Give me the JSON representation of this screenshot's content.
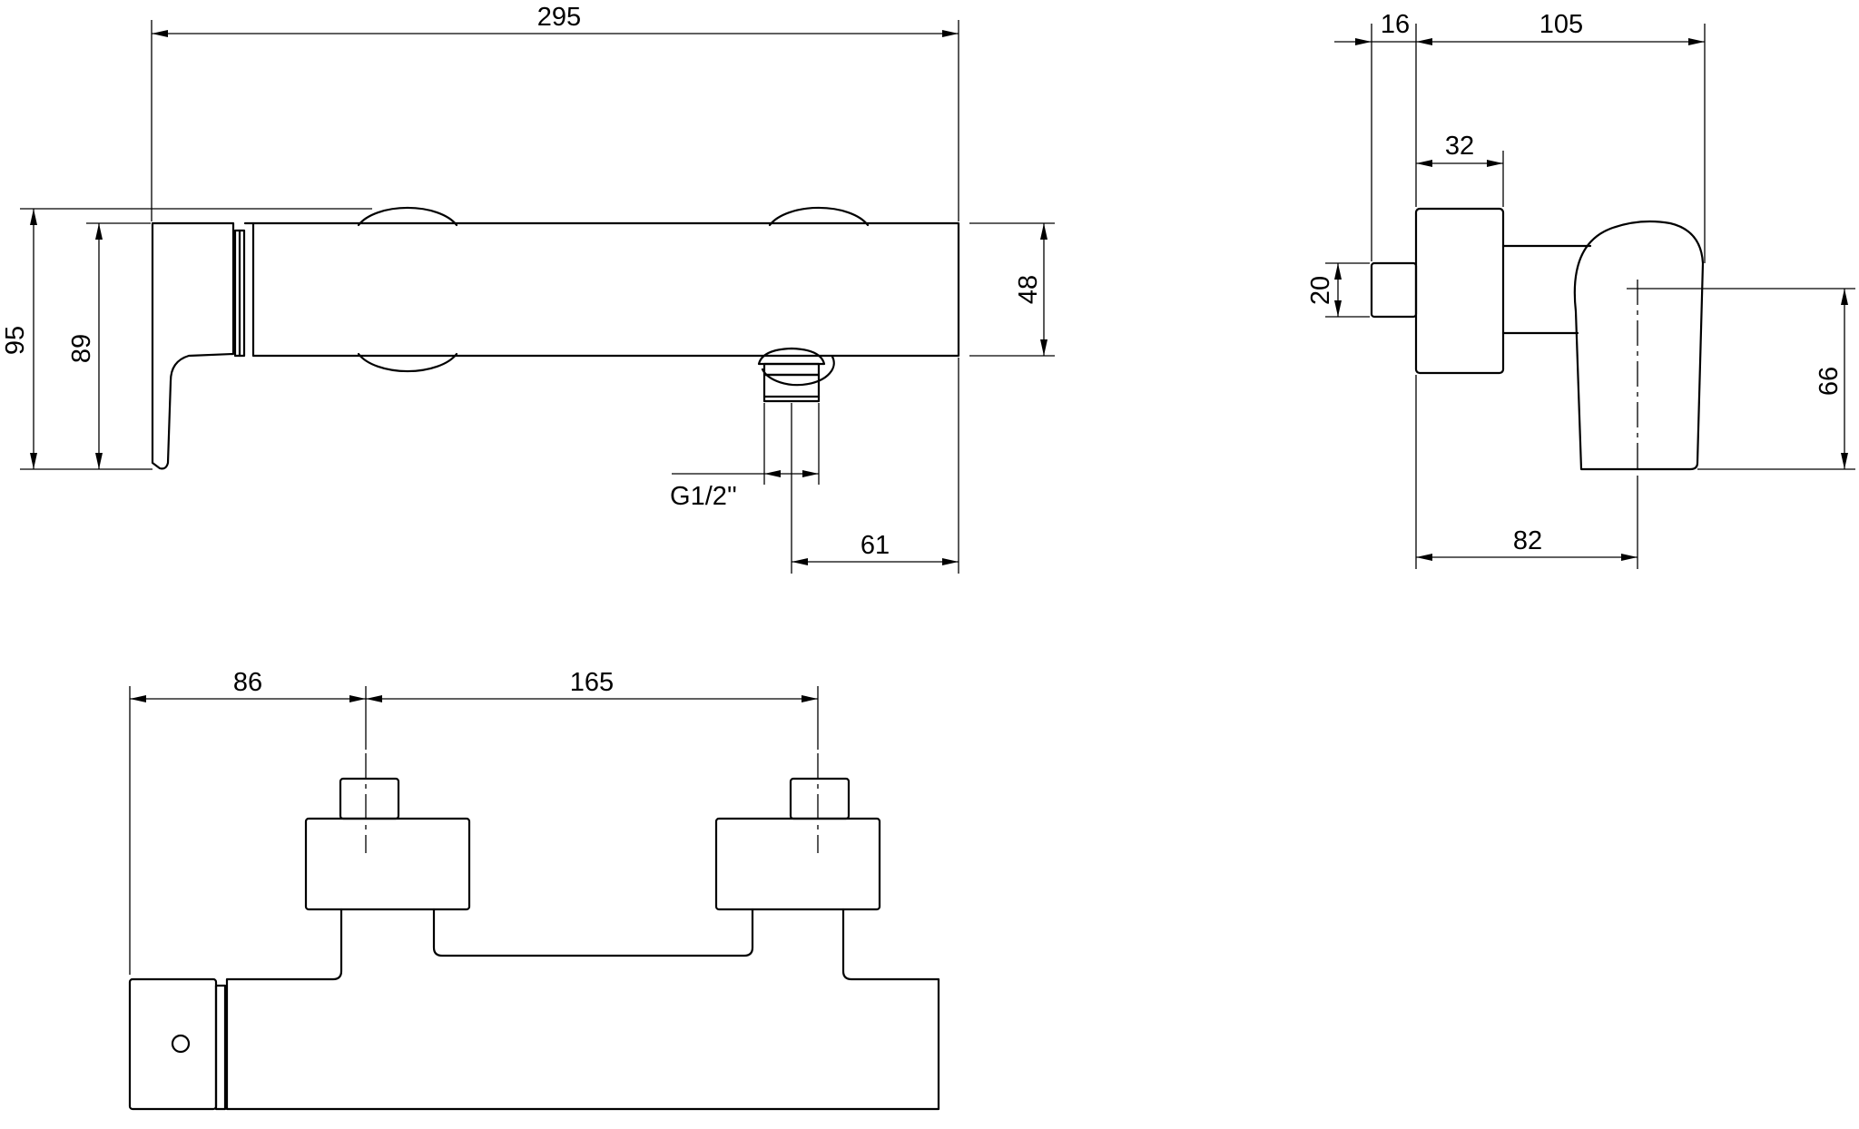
{
  "colors": {
    "line": "#000000",
    "background": "#ffffff"
  },
  "front_view": {
    "overall_length": "295",
    "body_height": "48",
    "overall_height": "95",
    "handle_height": "89",
    "thread_size": "G1/2''",
    "outlet_offset": "61"
  },
  "side_view": {
    "eccentric_length": "16",
    "projection": "105",
    "cap_depth": "32",
    "inlet_diameter": "20",
    "outlet_drop": "66",
    "outlet_axis_distance": "82"
  },
  "top_view": {
    "handle_to_inlet": "86",
    "inlet_spacing": "165"
  }
}
